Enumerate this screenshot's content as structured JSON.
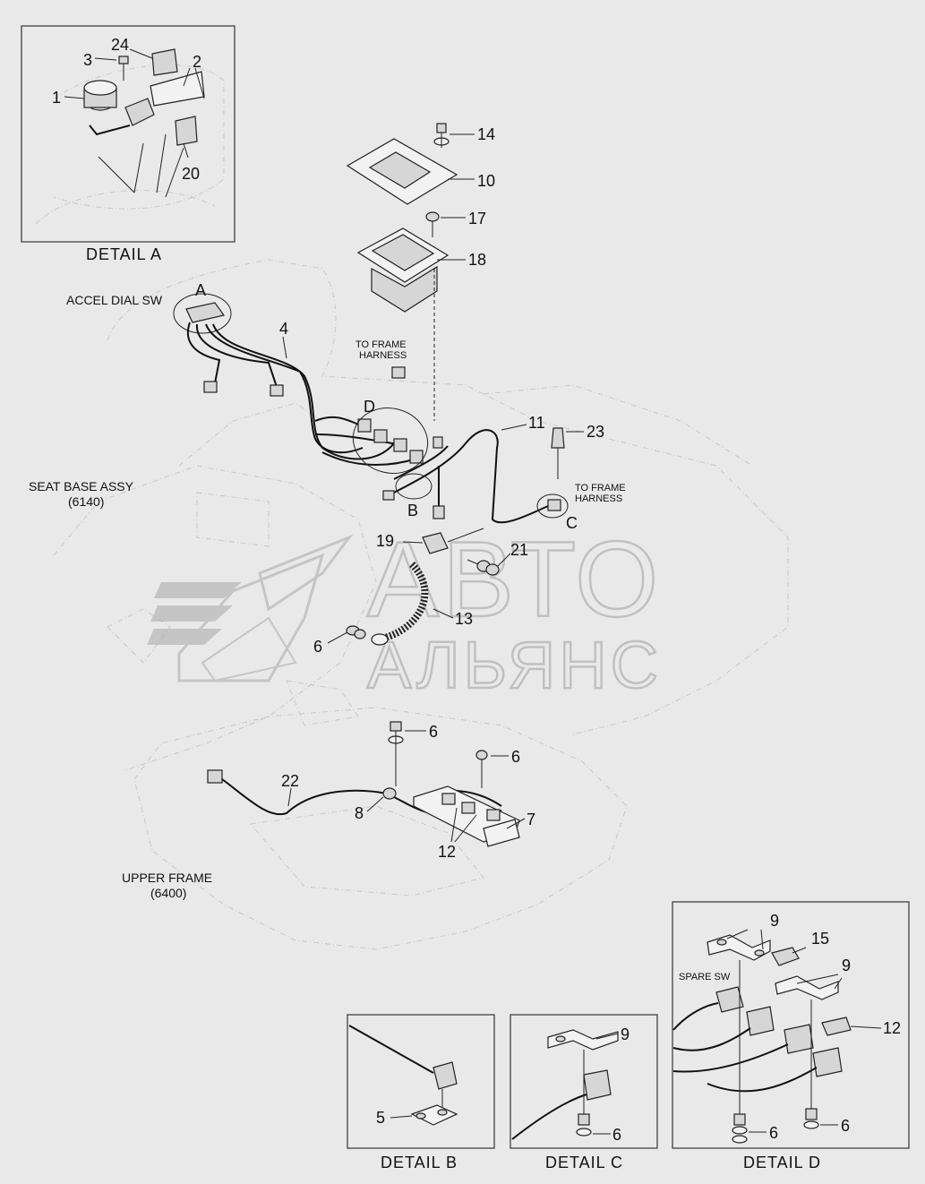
{
  "details": {
    "a": "DETAIL  A",
    "b": "DETAIL  B",
    "c": "DETAIL  C",
    "d": "DETAIL  D"
  },
  "labels": {
    "accel_dial_sw": "ACCEL DIAL SW",
    "to_frame_harness_1": [
      "TO FRAME",
      "HARNESS"
    ],
    "to_frame_harness_2": [
      "TO FRAME",
      "HARNESS"
    ],
    "seat_base_assy": [
      "SEAT BASE ASSY",
      "(6140)"
    ],
    "upper_frame": [
      "UPPER FRAME",
      "(6400)"
    ],
    "spare_sw": "SPARE SW",
    "letter_a": "A",
    "letter_b": "B",
    "letter_c": "C",
    "letter_d": "D"
  },
  "callouts": {
    "p24": "24",
    "p3": "3",
    "p2": "2",
    "p1": "1",
    "p20": "20",
    "p14": "14",
    "p10": "10",
    "p17": "17",
    "p18": "18",
    "p4": "4",
    "p11": "11",
    "p23": "23",
    "p19": "19",
    "p21": "21",
    "p13": "13",
    "p6_mid": "6",
    "p6_a": "6",
    "p6_b": "6",
    "p22": "22",
    "p8": "8",
    "p7": "7",
    "p12": "12",
    "p5": "5",
    "p9_c": "9",
    "p6_c": "6",
    "p9_d1": "9",
    "p15": "15",
    "p9_d2": "9",
    "p12_d": "12",
    "p6_d1": "6",
    "p6_d2": "6"
  },
  "watermark": {
    "line1": "АВТО",
    "line2": "АЛЬЯНС"
  }
}
